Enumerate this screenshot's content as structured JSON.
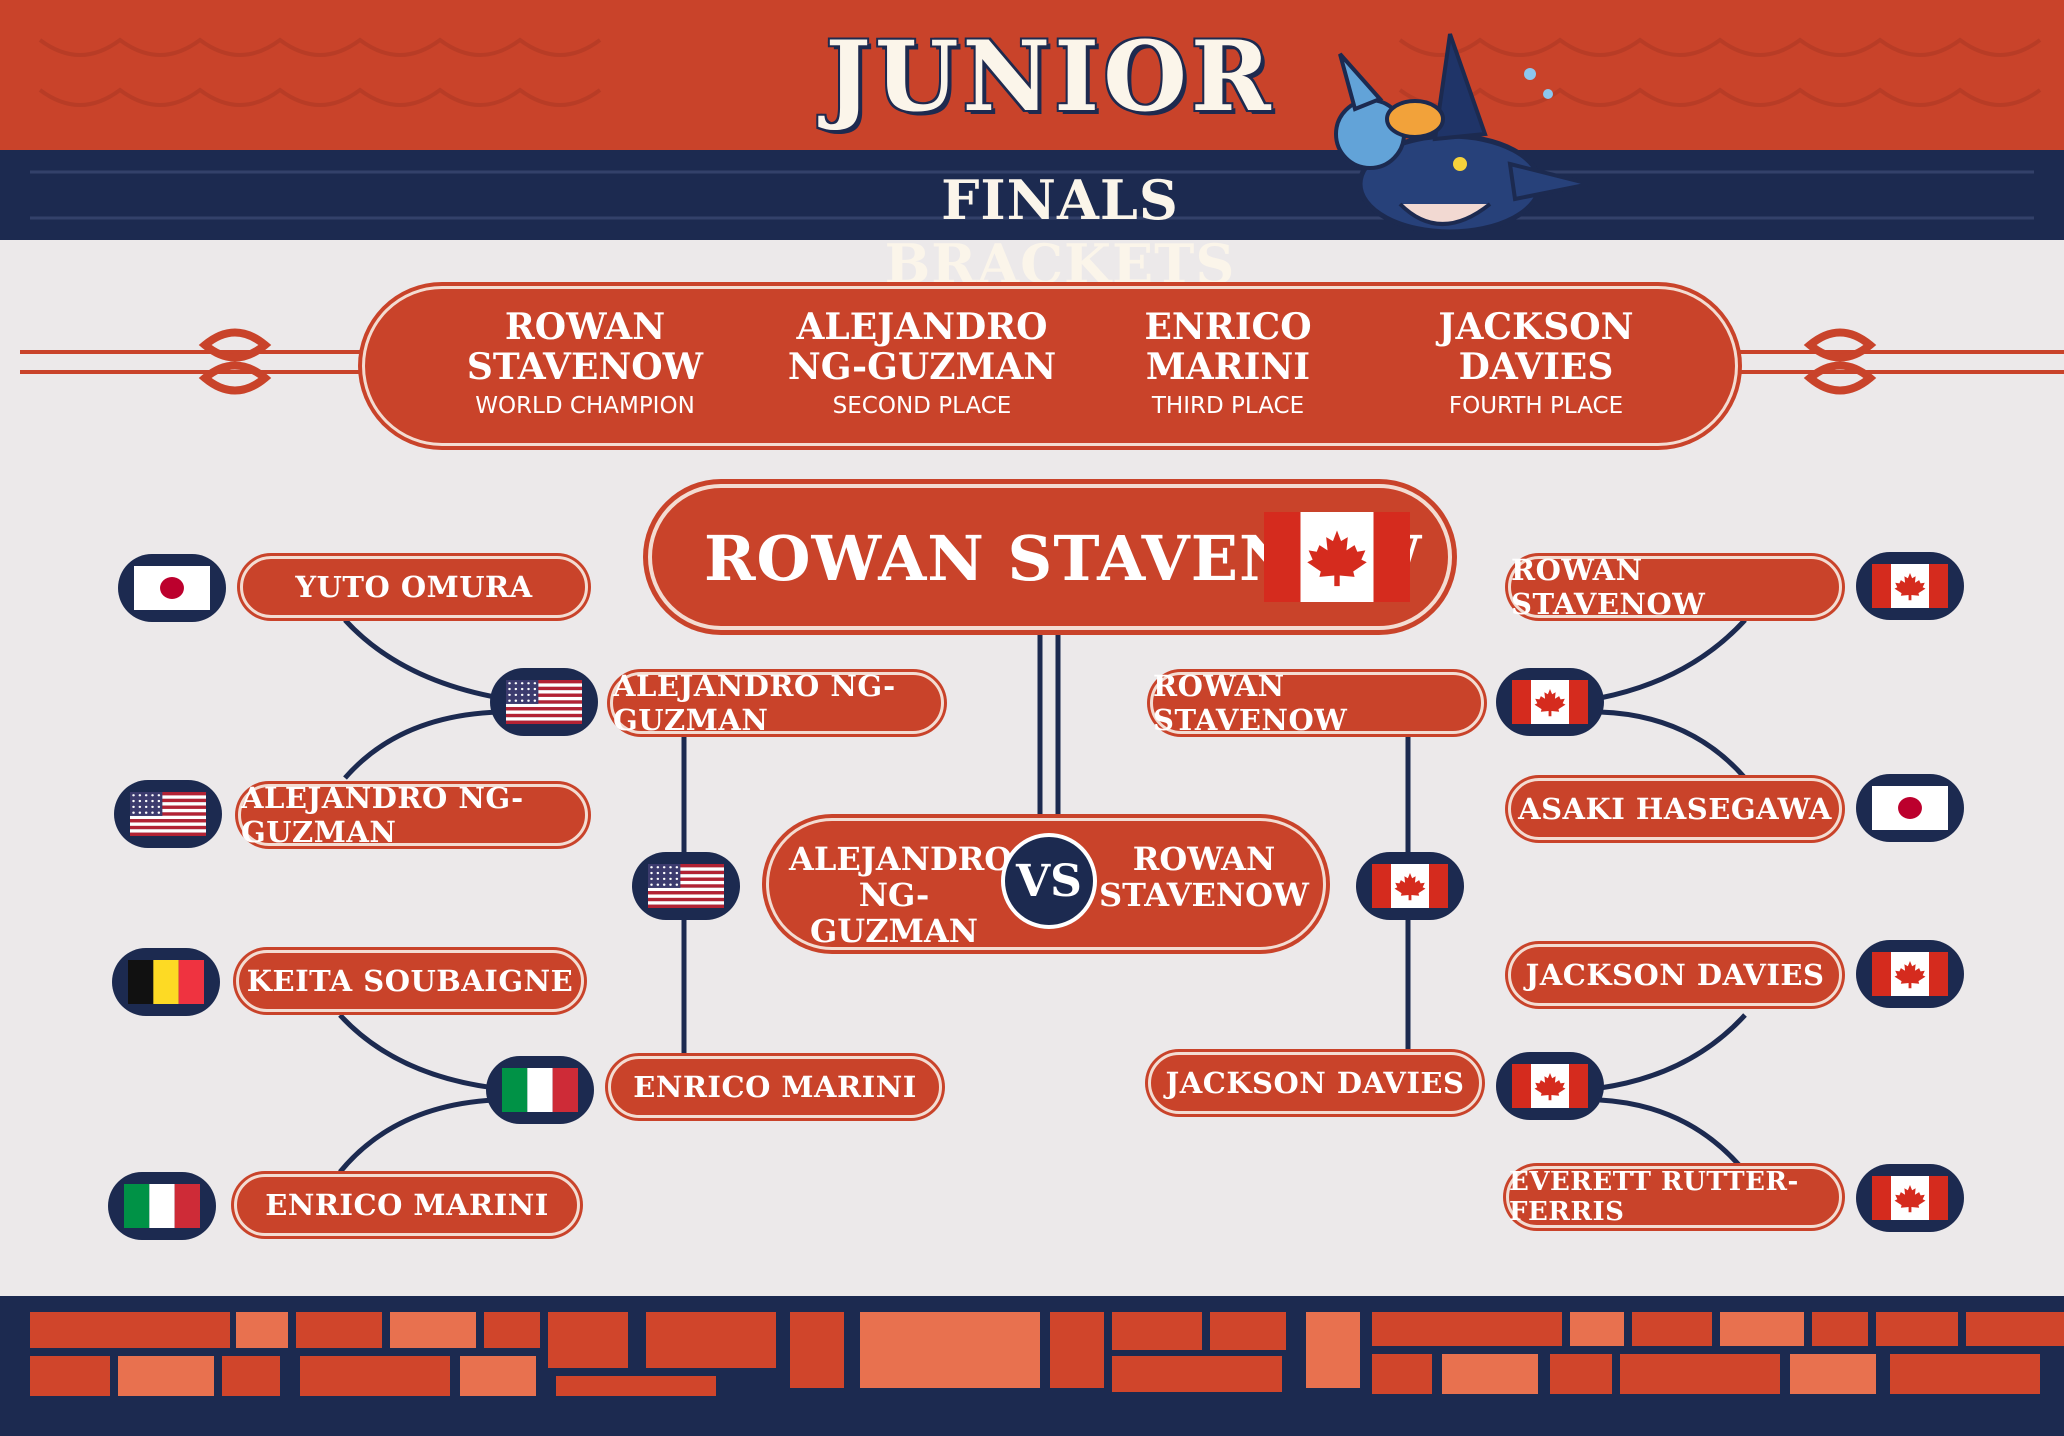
{
  "header": {
    "title": "JUNIOR",
    "subtitle": "FINALS BRACKETS"
  },
  "standings": [
    {
      "name_line1": "ROWAN",
      "name_line2": "STAVENOW",
      "place": "WORLD CHAMPION"
    },
    {
      "name_line1": "ALEJANDRO",
      "name_line2": "NG-GUZMAN",
      "place": "SECOND PLACE"
    },
    {
      "name_line1": "ENRICO",
      "name_line2": "MARINI",
      "place": "THIRD PLACE"
    },
    {
      "name_line1": "JACKSON",
      "name_line2": "DAVIES",
      "place": "FOURTH PLACE"
    }
  ],
  "champion": {
    "name": "ROWAN STAVENOW",
    "flag": "canada"
  },
  "final_match": {
    "left_line1": "ALEJANDRO",
    "left_line2": "NG-GUZMAN",
    "left_flag": "usa",
    "vs": "VS",
    "right_line1": "ROWAN",
    "right_line2": "STAVENOW",
    "right_flag": "canada"
  },
  "left_bracket": {
    "quarterfinals": [
      {
        "name": "YUTO OMURA",
        "flag": "japan"
      },
      {
        "name": "ALEJANDRO NG-GUZMAN",
        "flag": "usa"
      },
      {
        "name": "KEITA SOUBAIGNE",
        "flag": "belgium"
      },
      {
        "name": "ENRICO MARINI",
        "flag": "italy"
      }
    ],
    "semifinals": [
      {
        "name": "ALEJANDRO NG-GUZMAN",
        "flag": "usa"
      },
      {
        "name": "ENRICO MARINI",
        "flag": "italy"
      }
    ]
  },
  "right_bracket": {
    "quarterfinals": [
      {
        "name": "ROWAN STAVENOW",
        "flag": "canada"
      },
      {
        "name": "ASAKI HASEGAWA",
        "flag": "japan"
      },
      {
        "name": "JACKSON DAVIES",
        "flag": "canada"
      },
      {
        "name": "EVERETT RUTTER-FERRIS",
        "flag": "canada"
      }
    ],
    "semifinals": [
      {
        "name": "ROWAN STAVENOW",
        "flag": "canada"
      },
      {
        "name": "JACKSON DAVIES",
        "flag": "canada"
      }
    ]
  },
  "colors": {
    "red": "#c9432a",
    "navy": "#1c2a50",
    "background": "#ece9ea",
    "cream": "#fbf5ea"
  },
  "icons": {
    "mascot": "pokemon-mascot-illustration",
    "knot": "rope-knot-icon"
  }
}
